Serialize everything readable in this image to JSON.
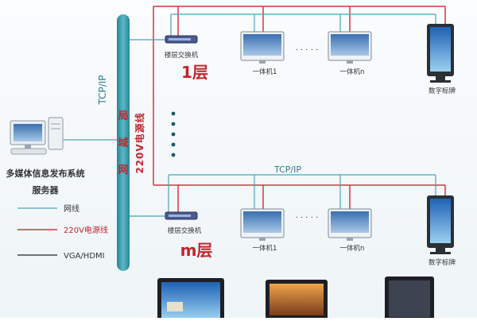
{
  "backbone": {
    "tcpip": "TCP/IP",
    "lan": [
      "局",
      "域",
      "网"
    ],
    "power": "220V电源线"
  },
  "server": {
    "label_line1": "多媒体信息发布系统",
    "label_line2": "服务器"
  },
  "legend": {
    "items": [
      {
        "label": "网线",
        "color": "#4aa3b8"
      },
      {
        "label": "220V电源线",
        "color": "#d9343f"
      },
      {
        "label": "VGA/HDMI",
        "color": "#222222"
      }
    ]
  },
  "floors": [
    {
      "label": "1层",
      "switch_label": "楼层交换机",
      "pc1_label": "一体机1",
      "pcn_label": "一体机n",
      "kiosk_label": "数字标牌",
      "tcpip": ""
    },
    {
      "label": "m层",
      "switch_label": "楼层交换机",
      "pc1_label": "一体机1",
      "pcn_label": "一体机n",
      "kiosk_label": "数字标牌",
      "tcpip": "TCP/IP"
    }
  ],
  "colors": {
    "network": "#4aa3b8",
    "power": "#d9343f",
    "backbone": "#2f8f9f",
    "title_red": "#c0262e"
  }
}
